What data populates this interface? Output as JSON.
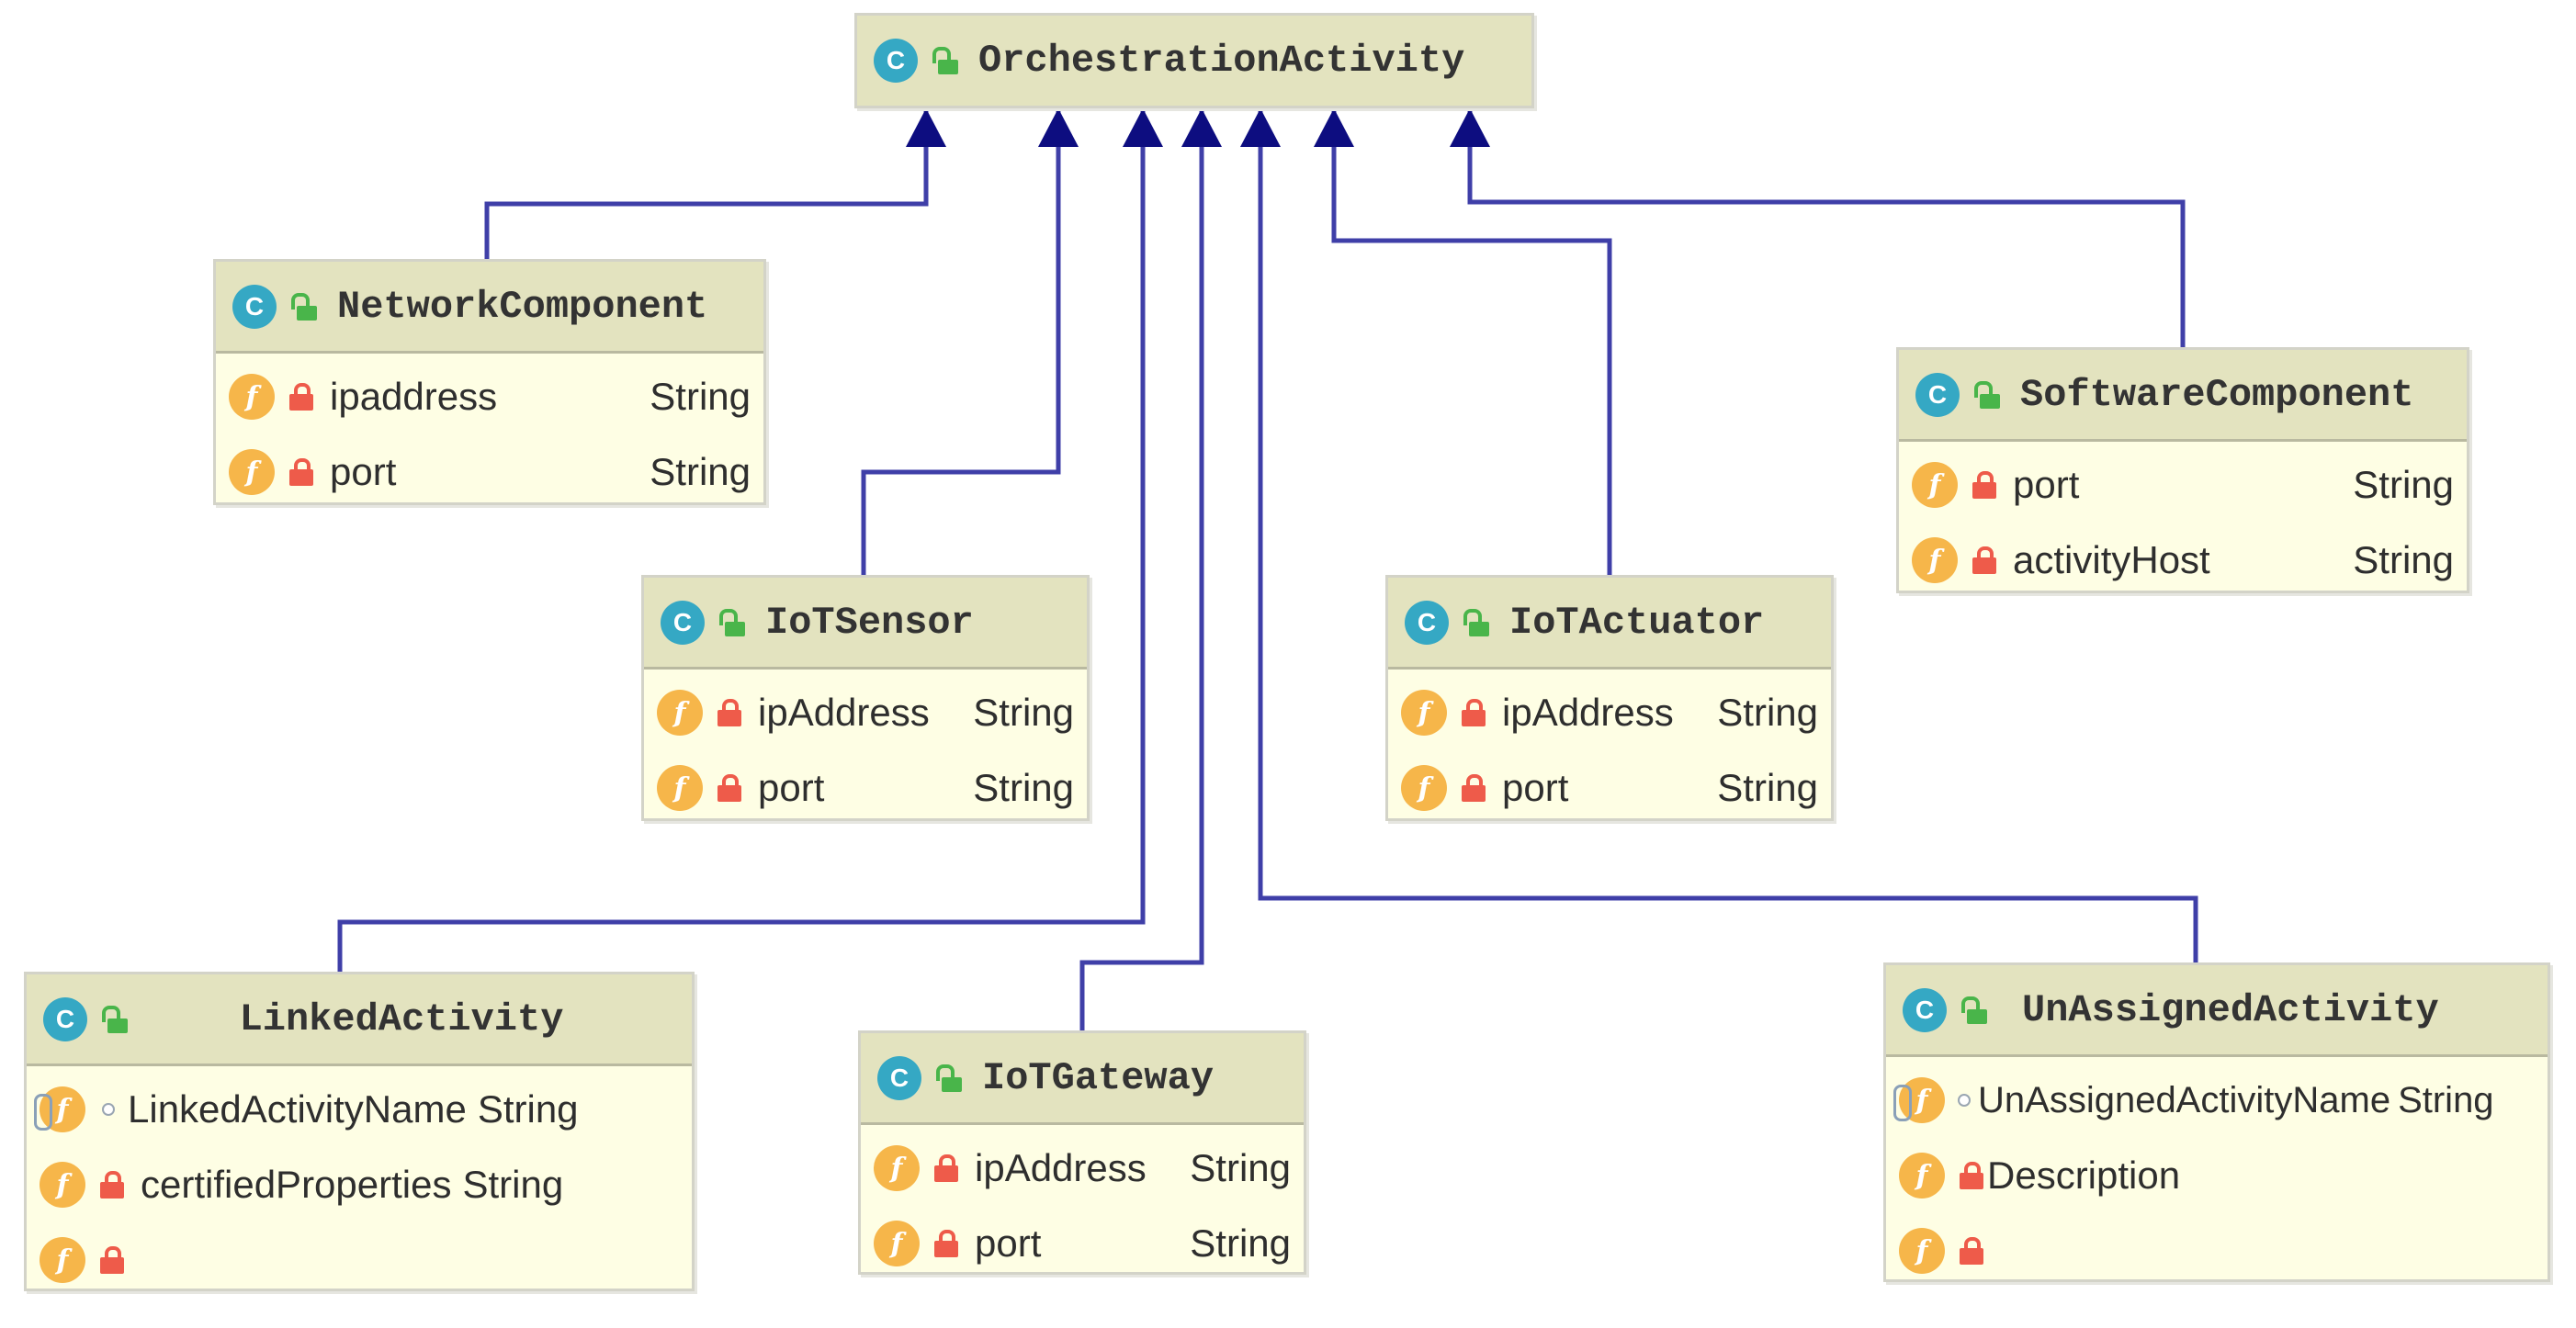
{
  "diagram": {
    "parent": {
      "name": "OrchestrationActivity"
    },
    "classes": {
      "network": {
        "name": "NetworkComponent",
        "fields": [
          {
            "name": "ipaddress",
            "type": "String"
          },
          {
            "name": "port",
            "type": "String"
          }
        ]
      },
      "sensor": {
        "name": "IoTSensor",
        "fields": [
          {
            "name": "ipAddress",
            "type": "String"
          },
          {
            "name": "port",
            "type": "String"
          }
        ]
      },
      "actuator": {
        "name": "IoTActuator",
        "fields": [
          {
            "name": "ipAddress",
            "type": "String"
          },
          {
            "name": "port",
            "type": "String"
          }
        ]
      },
      "software": {
        "name": "SoftwareComponent",
        "fields": [
          {
            "name": "port",
            "type": "String"
          },
          {
            "name": "activityHost",
            "type": "String"
          }
        ]
      },
      "linked": {
        "name": "LinkedActivity",
        "fields": [
          {
            "name": "LinkedActivityName",
            "type": "String"
          },
          {
            "name": "certifiedProperties",
            "type": "String"
          },
          {
            "name": "",
            "type": ""
          }
        ]
      },
      "gateway": {
        "name": "IoTGateway",
        "fields": [
          {
            "name": "ipAddress",
            "type": "String"
          },
          {
            "name": "port",
            "type": "String"
          }
        ]
      },
      "unassigned": {
        "name": "UnAssignedActivity",
        "fields": [
          {
            "name": "UnAssignedActivityName",
            "type": "String"
          },
          {
            "name": "Description",
            "type": ""
          },
          {
            "name": "",
            "type": ""
          }
        ]
      }
    },
    "icons": {
      "class": "class-c-icon",
      "public": "unlocked-icon",
      "field": "field-f-icon",
      "private": "lock-icon",
      "package": "dot-icon"
    },
    "colors": {
      "edge": "#3f3fa8",
      "arrowhead": "#0d0d80",
      "node_fill": "#fefee4",
      "header_fill": "#e3e3bf",
      "class_icon": "#35a8c4",
      "field_icon": "#f6b64a",
      "private_lock": "#ee5b4a",
      "public_lock": "#49b54a"
    },
    "icon_letters": {
      "class": "C",
      "field": "f"
    }
  }
}
